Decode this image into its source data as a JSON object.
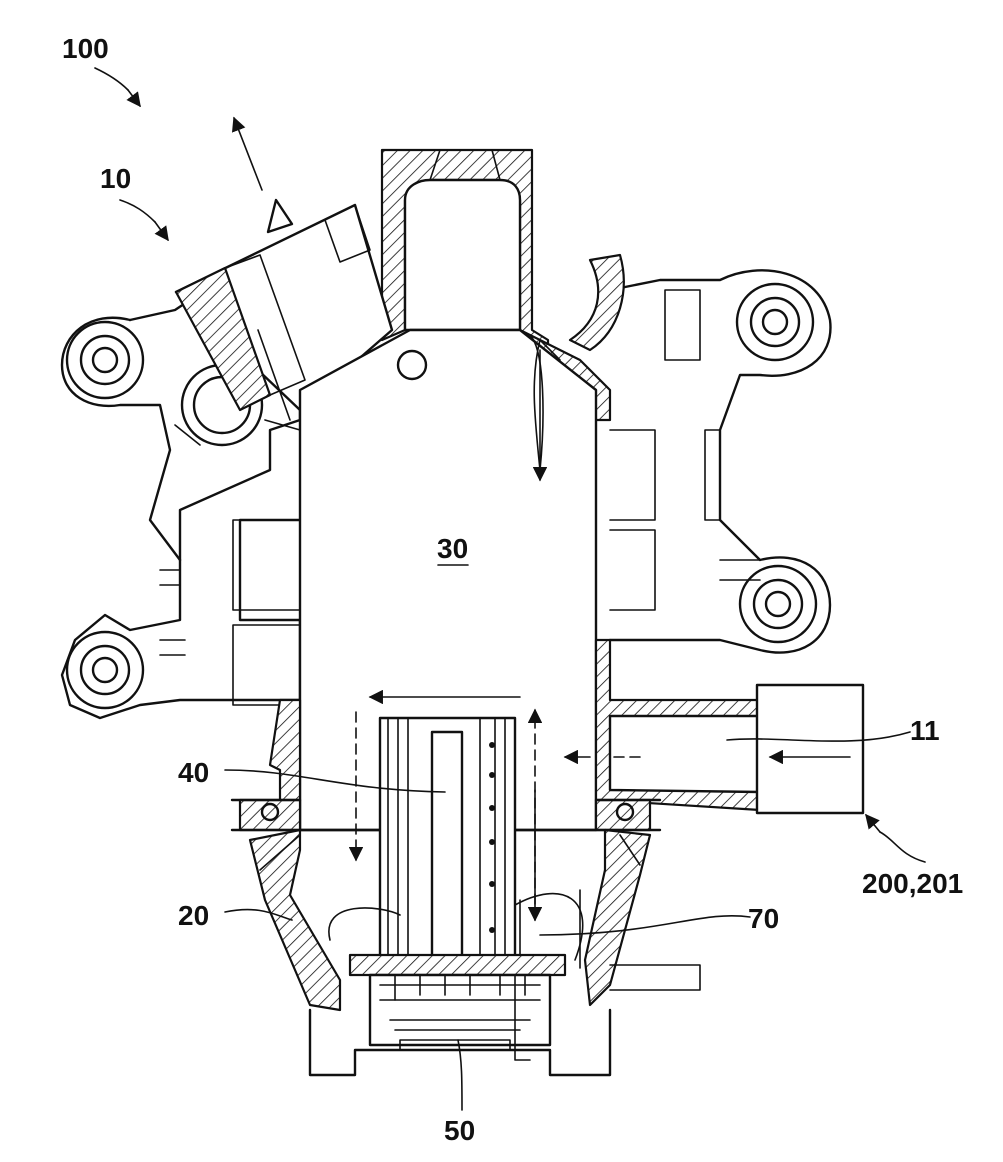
{
  "figure": {
    "labels": {
      "l100": "100",
      "l10": "10",
      "l30": "30",
      "l11": "11",
      "l40": "40",
      "l20": "20",
      "l70": "70",
      "l200": "200,201",
      "l50": "50"
    }
  }
}
